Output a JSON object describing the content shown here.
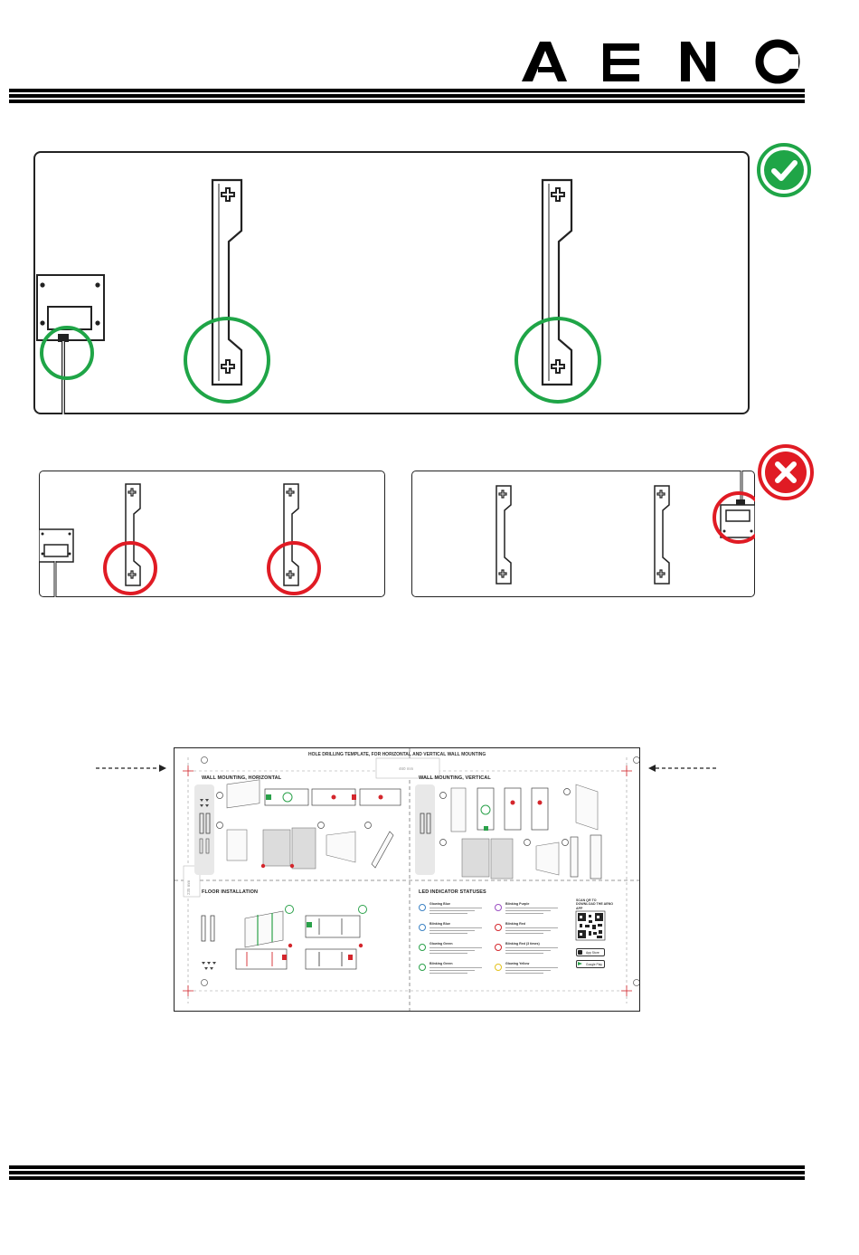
{
  "brand": {
    "logo_text": "AENO"
  },
  "colors": {
    "ok": "#1fa547",
    "bad": "#e01b24",
    "ink": "#1a1a1a"
  },
  "icons": {
    "ok": "check-circle-icon",
    "bad": "x-circle-icon"
  },
  "template": {
    "title": "HOLE DRILLING TEMPLATE, FOR HORIZONTAL AND VERTICAL WALL MOUNTING",
    "width_mm": "460 mm",
    "height_mm": "235 mm",
    "sections": {
      "wall_horizontal": "WALL MOUNTING, HORIZONTAL",
      "wall_vertical": "WALL MOUNTING, VERTICAL",
      "floor": "FLOOR INSTALLATION",
      "led": "LED INDICATOR STATUSES"
    },
    "led_statuses": [
      {
        "title": "Glowing Blue",
        "color": "#3b82c4"
      },
      {
        "title": "Blinking Blue",
        "color": "#3b82c4"
      },
      {
        "title": "Glowing Green",
        "color": "#2aa14a"
      },
      {
        "title": "Blinking Green",
        "color": "#2aa14a"
      },
      {
        "title": "Blinking Purple",
        "color": "#9b4fc2"
      },
      {
        "title": "Blinking Red",
        "color": "#d4262c"
      },
      {
        "title": "Blinking Red (3 times)",
        "color": "#d4262c"
      },
      {
        "title": "Glowing Yellow",
        "color": "#e3c21c"
      }
    ],
    "qr": {
      "caption": "SCAN QR TO DOWNLOAD THE AENO APP"
    },
    "stores": [
      "App Store",
      "Google Play"
    ]
  }
}
